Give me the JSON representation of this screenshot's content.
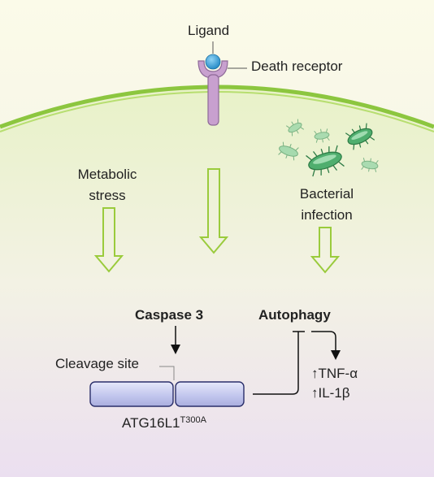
{
  "labels": {
    "ligand": "Ligand",
    "death_receptor": "Death receptor",
    "metabolic_stress": "Metabolic stress",
    "bacterial_infection": "Bacterial infection",
    "caspase3": "Caspase 3",
    "autophagy": "Autophagy",
    "cleavage_site": "Cleavage site",
    "tnf_alpha": "↑TNF-α",
    "il_1beta": "↑IL-1β",
    "atg_base": "ATG16L1",
    "atg_superscript": "T300A"
  },
  "colors": {
    "membrane": "#8cc63f",
    "cytoplasm_top": "#eef5d6",
    "cytoplasm_bottom": "#ece2f0",
    "receptor": "#c8a0cf",
    "ligand_ball": "#3aa0d8",
    "arrow_green": "#9acb3c",
    "protein_fill": "#c9cdf0",
    "bacteria": "#6cc48a"
  }
}
